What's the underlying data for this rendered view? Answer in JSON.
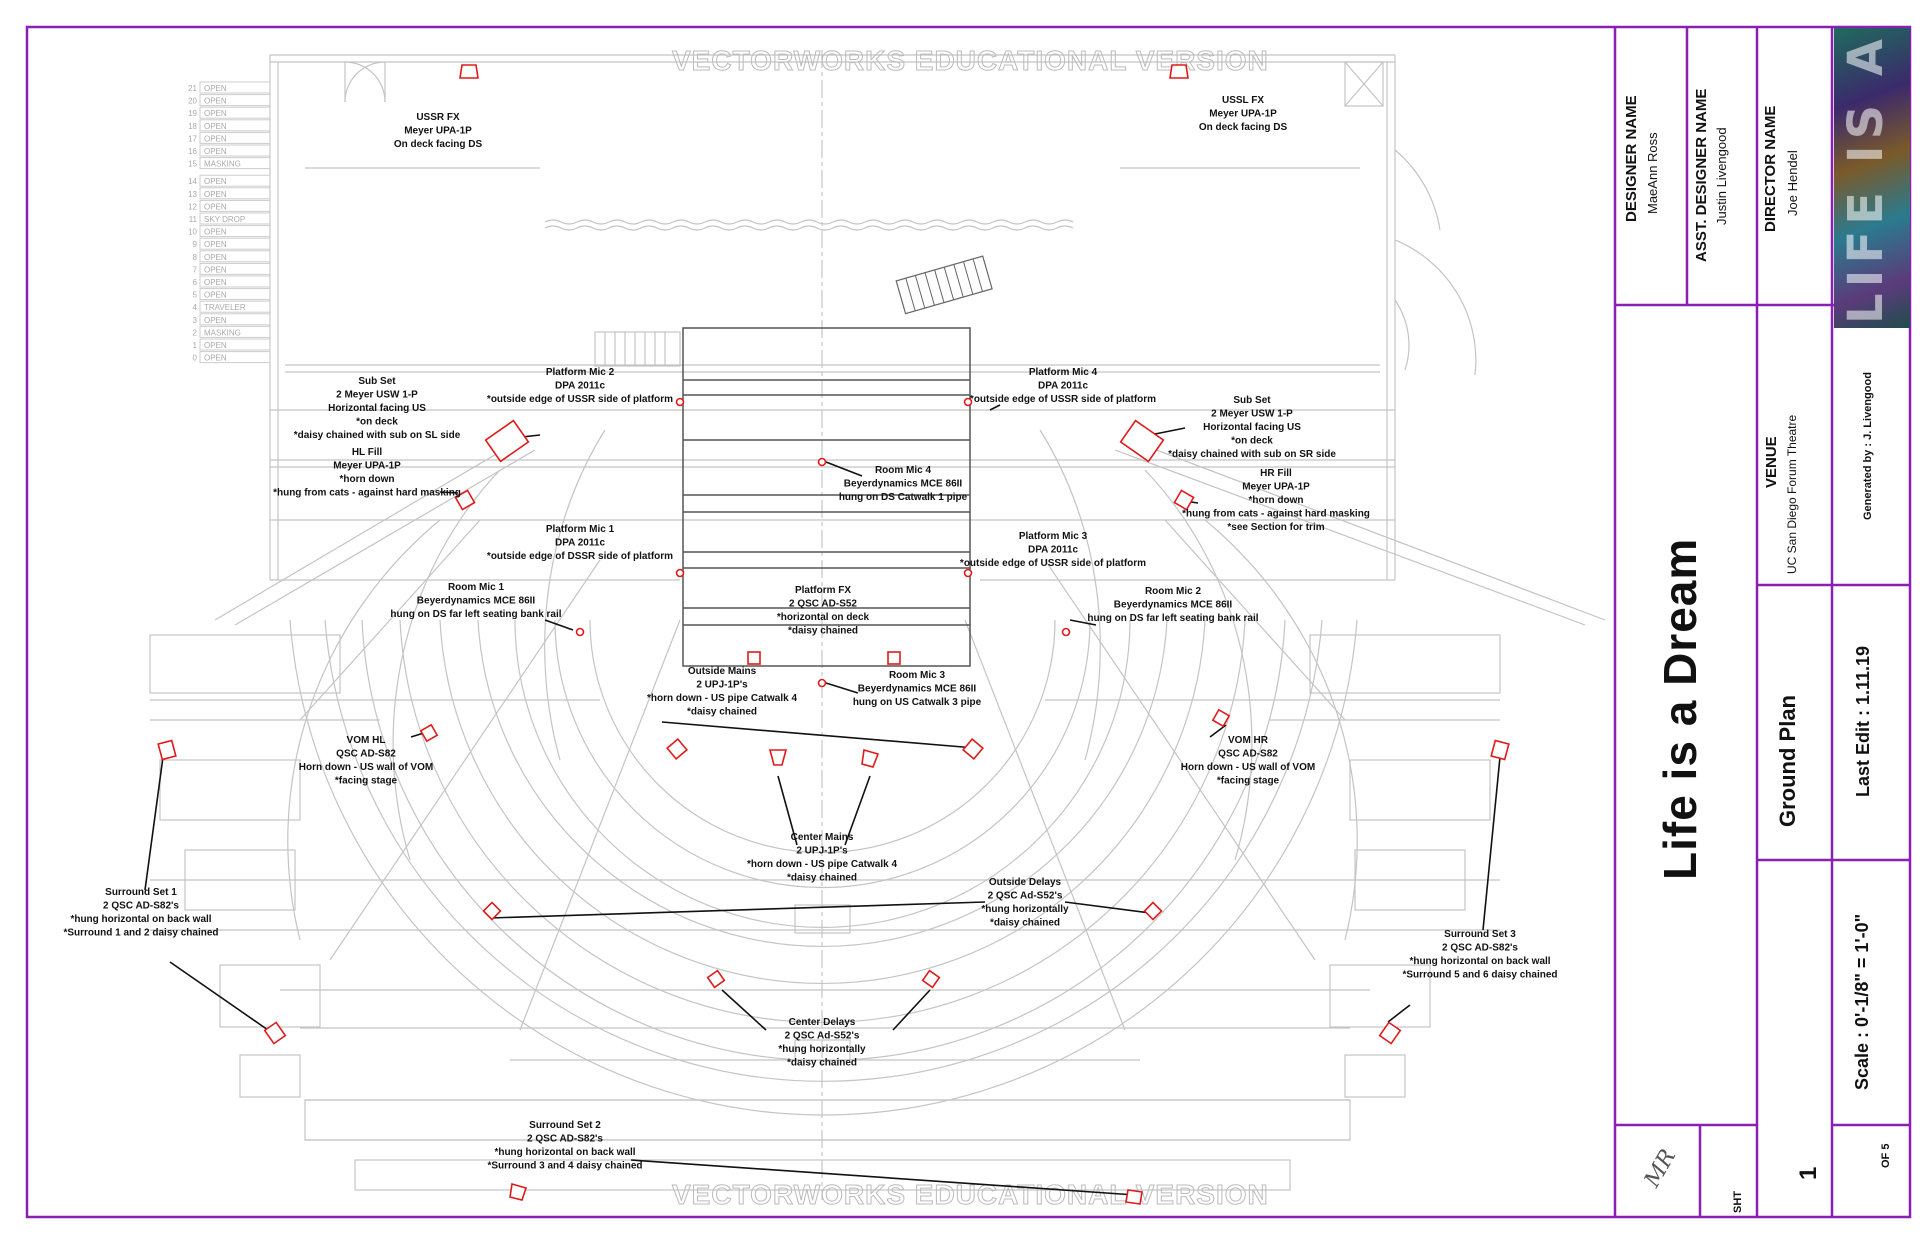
{
  "watermark": "VECTORWORKS EDUCATIONAL VERSION",
  "colors": {
    "frame": "#8a1fb5",
    "speaker": "#e01a1a",
    "ghost": "#c4c4c4"
  },
  "rail": [
    {
      "num": "21",
      "name": "OPEN"
    },
    {
      "num": "20",
      "name": "OPEN"
    },
    {
      "num": "19",
      "name": "OPEN"
    },
    {
      "num": "18",
      "name": "OPEN"
    },
    {
      "num": "17",
      "name": "OPEN"
    },
    {
      "num": "16",
      "name": "OPEN"
    },
    {
      "num": "15",
      "name": "MASKING"
    },
    {
      "num": "14",
      "name": "OPEN"
    },
    {
      "num": "13",
      "name": "OPEN"
    },
    {
      "num": "12",
      "name": "OPEN"
    },
    {
      "num": "11",
      "name": "SKY DROP"
    },
    {
      "num": "10",
      "name": "OPEN"
    },
    {
      "num": "9",
      "name": "OPEN"
    },
    {
      "num": "8",
      "name": "OPEN"
    },
    {
      "num": "7",
      "name": "OPEN"
    },
    {
      "num": "6",
      "name": "OPEN"
    },
    {
      "num": "5",
      "name": "OPEN"
    },
    {
      "num": "4",
      "name": "TRAVELER"
    },
    {
      "num": "3",
      "name": "OPEN"
    },
    {
      "num": "2",
      "name": "MASKING"
    },
    {
      "num": "1",
      "name": "OPEN"
    },
    {
      "num": "0",
      "name": "OPEN"
    }
  ],
  "labels": {
    "ussr_fx": [
      "USSR FX",
      "Meyer UPA-1P",
      "On deck facing DS"
    ],
    "ussl_fx": [
      "USSL FX",
      "Meyer UPA-1P",
      "On deck facing DS"
    ],
    "sub_set_l": [
      "Sub Set",
      "2 Meyer USW 1-P",
      "Horizontal facing US",
      "*on deck",
      "*daisy chained with sub on SL side"
    ],
    "sub_set_r": [
      "Sub Set",
      "2 Meyer USW 1-P",
      "Horizontal facing US",
      "*on deck",
      "*daisy chained with sub on SR side"
    ],
    "platform_mic_2": [
      "Platform Mic 2",
      "DPA 2011c",
      "*outside edge of USSR side of platform"
    ],
    "platform_mic_4": [
      "Platform Mic 4",
      "DPA 2011c",
      "*outside edge of USSR side of platform"
    ],
    "platform_mic_1": [
      "Platform Mic 1",
      "DPA 2011c",
      "*outside edge of DSSR side of platform"
    ],
    "platform_mic_3": [
      "Platform Mic 3",
      "DPA 2011c",
      "*outside edge of USSR side of platform"
    ],
    "hl_fill": [
      "HL Fill",
      "Meyer UPA-1P",
      "*horn down",
      "*hung from cats - against hard masking"
    ],
    "hr_fill": [
      "HR Fill",
      "Meyer UPA-1P",
      "*horn down",
      "*hung from cats - against hard masking",
      "*see Section for trim"
    ],
    "room_mic_4": [
      "Room Mic 4",
      "Beyerdynamics MCE 86II",
      "hung on DS Catwalk 1 pipe"
    ],
    "room_mic_1": [
      "Room Mic 1",
      "Beyerdynamics MCE 86II",
      "hung on DS far left seating bank rail"
    ],
    "room_mic_2": [
      "Room Mic 2",
      "Beyerdynamics MCE 86II",
      "hung on DS far left seating bank rail"
    ],
    "room_mic_3": [
      "Room Mic 3",
      "Beyerdynamics MCE 86II",
      "hung on US Catwalk 3 pipe"
    ],
    "platform_fx": [
      "Platform FX",
      "2 QSC AD-S52",
      "*horizontal on deck",
      "*daisy chained"
    ],
    "outside_mains": [
      "Outside Mains",
      "2 UPJ-1P's",
      "*horn down - US pipe Catwalk 4",
      "*daisy chained"
    ],
    "vom_hl": [
      "VOM HL",
      "QSC AD-S82",
      "Horn down - US wall of VOM",
      "*facing stage"
    ],
    "vom_hr": [
      "VOM HR",
      "QSC AD-S82",
      "Horn down - US wall of VOM",
      "*facing stage"
    ],
    "center_mains": [
      "Center Mains",
      "2 UPJ-1P's",
      "*horn down - US pipe Catwalk 4",
      "*daisy chained"
    ],
    "surround_set_1": [
      "Surround Set 1",
      "2 QSC AD-S82's",
      "*hung horizontal on back wall",
      "*Surround 1 and 2 daisy chained"
    ],
    "surround_set_3": [
      "Surround Set 3",
      "2 QSC AD-S82's",
      "*hung horizontal on back wall",
      "*Surround 5 and 6 daisy chained"
    ],
    "outside_delays": [
      "Outside Delays",
      "2 QSC Ad-S52's",
      "*hung horizontally",
      "*daisy chained"
    ],
    "center_delays": [
      "Center Delays",
      "2 QSC Ad-S52's",
      "*hung horizontally",
      "*daisy chained"
    ],
    "surround_set_2": [
      "Surround Set 2",
      "2 QSC AD-S82's",
      "*hung horizontal on back wall",
      "*Surround 3 and 4 daisy chained"
    ]
  },
  "title_block": {
    "designer_heading": "DESIGNER NAME",
    "designer_name": "MaeAnn Ross",
    "asst_heading": "ASST.  DESIGNER NAME",
    "asst_name": "Justin Livengood",
    "director_heading": "DIRECTOR NAME",
    "director_name": "Joe Hendel",
    "play_art_text": "LIFE IS A DREAM",
    "play_title": "Life is a Dream",
    "venue_heading": "VENUE",
    "venue_name": "UC San Diego Forum Theatre",
    "generated_by": "Generated by : J. Livengood",
    "plate_title": "Ground Plan",
    "last_edit": "Last Edit : 1.11.19",
    "scale": "Scale : 0'-1/8\" = 1'-0\"",
    "logo": "MR",
    "sheet_label": "SHT",
    "sheet_number": "1",
    "sheet_of": "OF 5"
  }
}
